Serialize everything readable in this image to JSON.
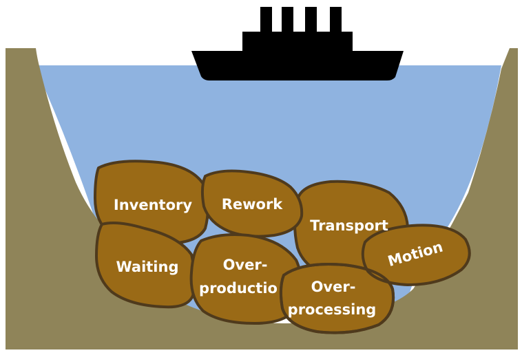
{
  "colors": {
    "sky": "#ffffff",
    "water": "#8fb3e0",
    "ground": "#8f8459",
    "rock_fill": "#9a6a16",
    "rock_outline": "#4f3a1c",
    "ship": "#000000",
    "label_text": "#ffffff"
  },
  "ship": {
    "icon": "ship-icon"
  },
  "rocks": {
    "inventory": "Inventory",
    "rework": "Rework",
    "transport": "Transport",
    "waiting": "Waiting",
    "overproduction_line1": "Over-",
    "overproduction_line2": "productio",
    "overprocessing_line1": "Over-",
    "overprocessing_line2": "processing",
    "motion": "Motion"
  }
}
